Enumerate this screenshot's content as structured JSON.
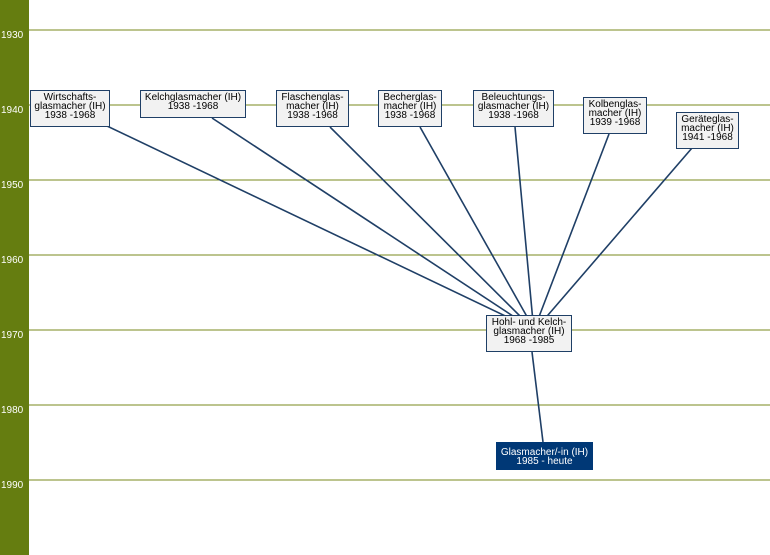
{
  "timeline": {
    "years": [
      "1930",
      "1940",
      "1950",
      "1960",
      "1970",
      "1980",
      "1990"
    ]
  },
  "colors": {
    "sidebar": "#657d10",
    "gridline": "#7a8a1e",
    "connector": "#1f3f66",
    "node_fill": "#f2f2f2",
    "current_fill": "#003876"
  },
  "nodes": [
    {
      "id": "wirtschaftsglasmacher",
      "lines": [
        "Wirtschafts-",
        "glasmacher (IH)",
        "1938 -1968"
      ]
    },
    {
      "id": "kelchglasmacher",
      "lines": [
        "Kelchglasmacher (IH)",
        "1938 -1968"
      ]
    },
    {
      "id": "flaschenglasmacher",
      "lines": [
        "Flaschenglas-",
        "macher (IH)",
        "1938 -1968"
      ]
    },
    {
      "id": "becherglasmacher",
      "lines": [
        "Becherglas-",
        "macher (IH)",
        "1938 -1968"
      ]
    },
    {
      "id": "beleuchtungsglasmacher",
      "lines": [
        "Beleuchtungs-",
        "glasmacher (IH)",
        "1938 -1968"
      ]
    },
    {
      "id": "kolbenglasmacher",
      "lines": [
        "Kolbenglas-",
        "macher (IH)",
        "1939 -1968"
      ]
    },
    {
      "id": "geraeteglasmacher",
      "lines": [
        "Geräteglas-",
        "macher (IH)",
        "1941 -1968"
      ]
    },
    {
      "id": "hohl-und-kelchglasmacher",
      "lines": [
        "Hohl- und Kelch-",
        "glasmacher (IH)",
        "1968 -1985"
      ]
    },
    {
      "id": "glasmacher-in",
      "lines": [
        "Glasmacher/-in (IH)",
        "1985 - heute"
      ]
    }
  ]
}
